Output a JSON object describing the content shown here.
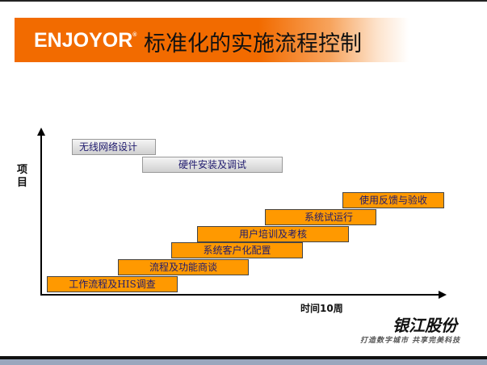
{
  "header": {
    "logo": "ENJOYOR",
    "logo_mark": "®",
    "title": "标准化的实施流程控制"
  },
  "chart": {
    "y_label": "项目",
    "x_label": "时间10周",
    "tasks": [
      {
        "label": "无线网络设计",
        "status": "gray"
      },
      {
        "label": "硬件安装及调试",
        "status": "gray"
      },
      {
        "label": "使用反馈与验收",
        "status": "orange"
      },
      {
        "label": "系统试运行",
        "status": "orange"
      },
      {
        "label": "用户培训及考核",
        "status": "orange"
      },
      {
        "label": "系统客户化配置",
        "status": "orange"
      },
      {
        "label": "流程及功能商谈",
        "status": "orange"
      },
      {
        "label": "工作流程及HIS调查",
        "status": "orange"
      }
    ]
  },
  "footer": {
    "brand": "银江股份",
    "slogan": "打造数字城市  共享完美科技"
  },
  "colors": {
    "accent": "#f26b00",
    "bar_orange": "#ff9900",
    "bar_text": "#1f1a6e"
  }
}
